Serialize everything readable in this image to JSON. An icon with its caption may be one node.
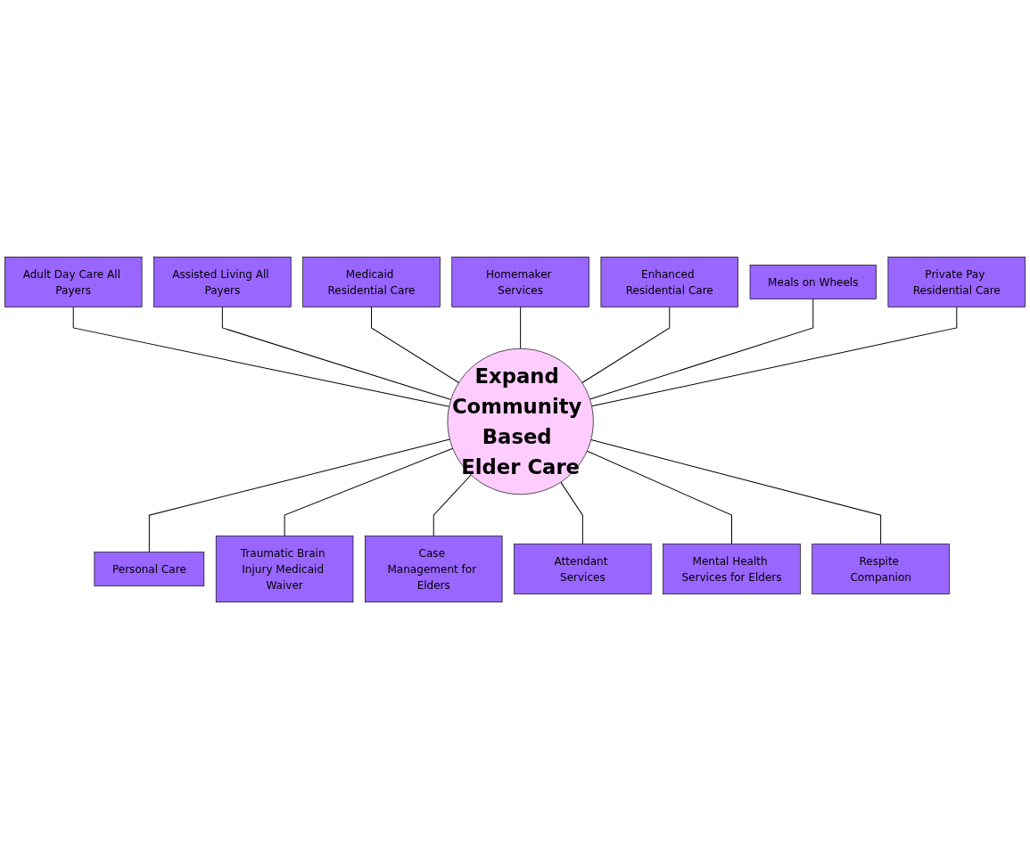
{
  "diagram": {
    "nodes": [
      {
        "text": [
          "Expand Community Based Elder Care"
        ]
      },
      {
        "text": [
          "Adult Day Care All Payers"
        ]
      },
      {
        "text": [
          "Assisted Living All Payers"
        ]
      },
      {
        "text": [
          "Medicaid Residential Care"
        ]
      },
      {
        "text": [
          "Homemaker Services"
        ]
      },
      {
        "text": [
          "Enhanced Residential Care"
        ]
      },
      {
        "text": [
          "Meals on Wheels"
        ]
      },
      {
        "text": [
          "Private Pay Residential Care"
        ]
      },
      {
        "text": [
          "Personal Care"
        ]
      },
      {
        "text": [
          "Traumatic Brain Injury Medicaid Waiver"
        ]
      },
      {
        "text": [
          "Case Management for Elders"
        ]
      },
      {
        "text": [
          "Attendant Services"
        ]
      },
      {
        "text": [
          "Mental Health Services for Elders"
        ]
      },
      {
        "text": [
          "Respite Companion"
        ]
      }
    ],
    "edges": [
      {
        "from": 1,
        "to": 0,
        "arrow": "none"
      },
      {
        "from": 2,
        "to": 0,
        "arrow": "none"
      },
      {
        "from": 3,
        "to": 0,
        "arrow": "none"
      },
      {
        "from": 4,
        "to": 0,
        "arrow": "none"
      },
      {
        "from": 5,
        "to": 0,
        "arrow": "none"
      },
      {
        "from": 6,
        "to": 0,
        "arrow": "none"
      },
      {
        "from": 7,
        "to": 0,
        "arrow": "none"
      },
      {
        "from": 0,
        "to": 8,
        "arrow": "none"
      },
      {
        "from": 0,
        "to": 9,
        "arrow": "none"
      },
      {
        "from": 0,
        "to": 10,
        "arrow": "none"
      },
      {
        "from": 0,
        "to": 11,
        "arrow": "none"
      },
      {
        "from": 0,
        "to": 12,
        "arrow": "none"
      },
      {
        "from": 0,
        "to": 13,
        "arrow": "none"
      }
    ]
  }
}
